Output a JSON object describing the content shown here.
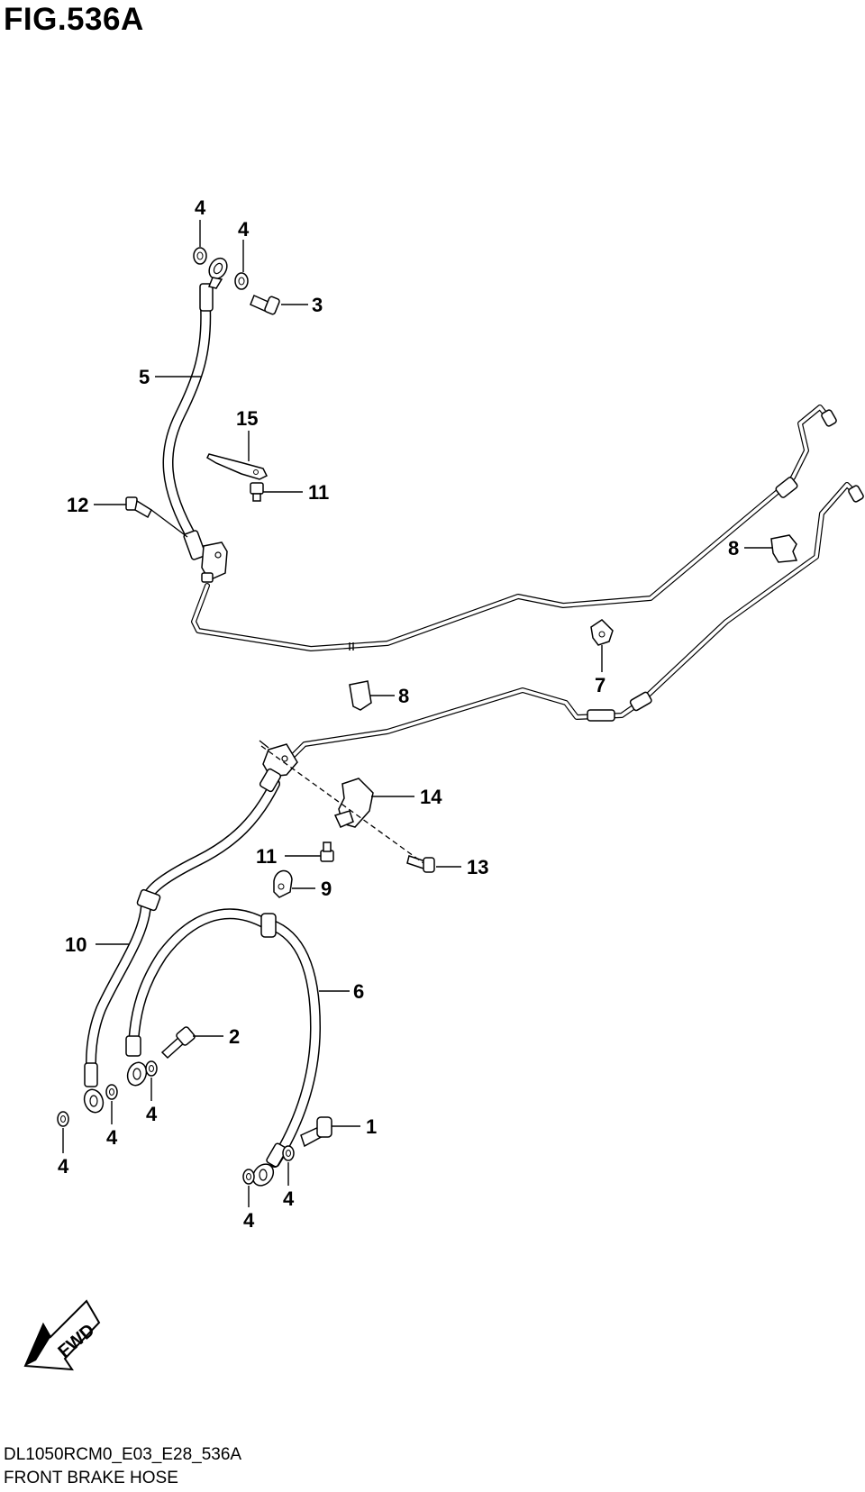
{
  "figure": {
    "title": "FIG.536A"
  },
  "footer": {
    "model_code": "DL1050RCM0_E03_E28_536A",
    "name": "FRONT BRAKE HOSE"
  },
  "fwd_label": "FWD",
  "callouts": {
    "c4a": "4",
    "c4b": "4",
    "c3": "3",
    "c5": "5",
    "c15": "15",
    "c11a": "11",
    "c12": "12",
    "c8a": "8",
    "c8b": "8",
    "c7": "7",
    "c14": "14",
    "c11b": "11",
    "c13": "13",
    "c9": "9",
    "c10": "10",
    "c6": "6",
    "c2": "2",
    "c1": "1",
    "c4c": "4",
    "c4d": "4",
    "c4e": "4",
    "c4f": "4",
    "c4g": "4"
  }
}
